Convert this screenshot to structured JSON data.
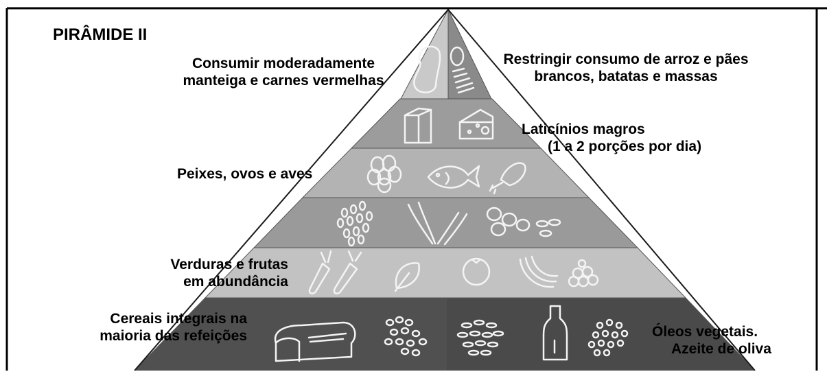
{
  "title": "PIRÂMIDE II",
  "levels": {
    "top_left": {
      "line1": "Consumir moderadamente",
      "line2": "manteiga e carnes vermelhas"
    },
    "top_right": {
      "line1": "Restringir consumo de arroz e pães",
      "line2": "brancos, batatas e massas"
    },
    "dairy": {
      "line1": "Laticínios magros",
      "line2": "(1 a 2 porções por dia)"
    },
    "fish": {
      "line1": "Peixes, ovos e aves"
    },
    "vegetables": {
      "line1": "Verduras e frutas",
      "line2": "em abundância"
    },
    "cereals": {
      "line1": "Cereais integrais na",
      "line2": "maioria das refeições"
    },
    "oils": {
      "line1": "Óleos vegetais.",
      "line2": "Azeite de oliva"
    }
  },
  "colors": {
    "tier_top_left": "#c9c9c9",
    "tier_top_right": "#8a8a8a",
    "tier_dairy": "#9c9c9c",
    "tier_fish": "#b3b3b3",
    "tier_legumes": "#9a9a9a",
    "tier_veg": "#c2c2c2",
    "tier_base_left": "#505050",
    "tier_base_right": "#4a4a4a"
  },
  "icons": [
    "steak-icon",
    "potato-icon",
    "pasta-icon",
    "milk-carton-icon",
    "cheese-icon",
    "eggs-icon",
    "fish-icon",
    "chicken-leg-icon",
    "beans-icon",
    "green-beans-icon",
    "nuts-icon",
    "carrot-icon",
    "spinach-leaf-icon",
    "tomato-icon",
    "banana-icon",
    "grapes-icon",
    "bread-icon",
    "cereal-grains-icon",
    "rice-icon",
    "oil-bottle-icon",
    "seeds-icon"
  ]
}
